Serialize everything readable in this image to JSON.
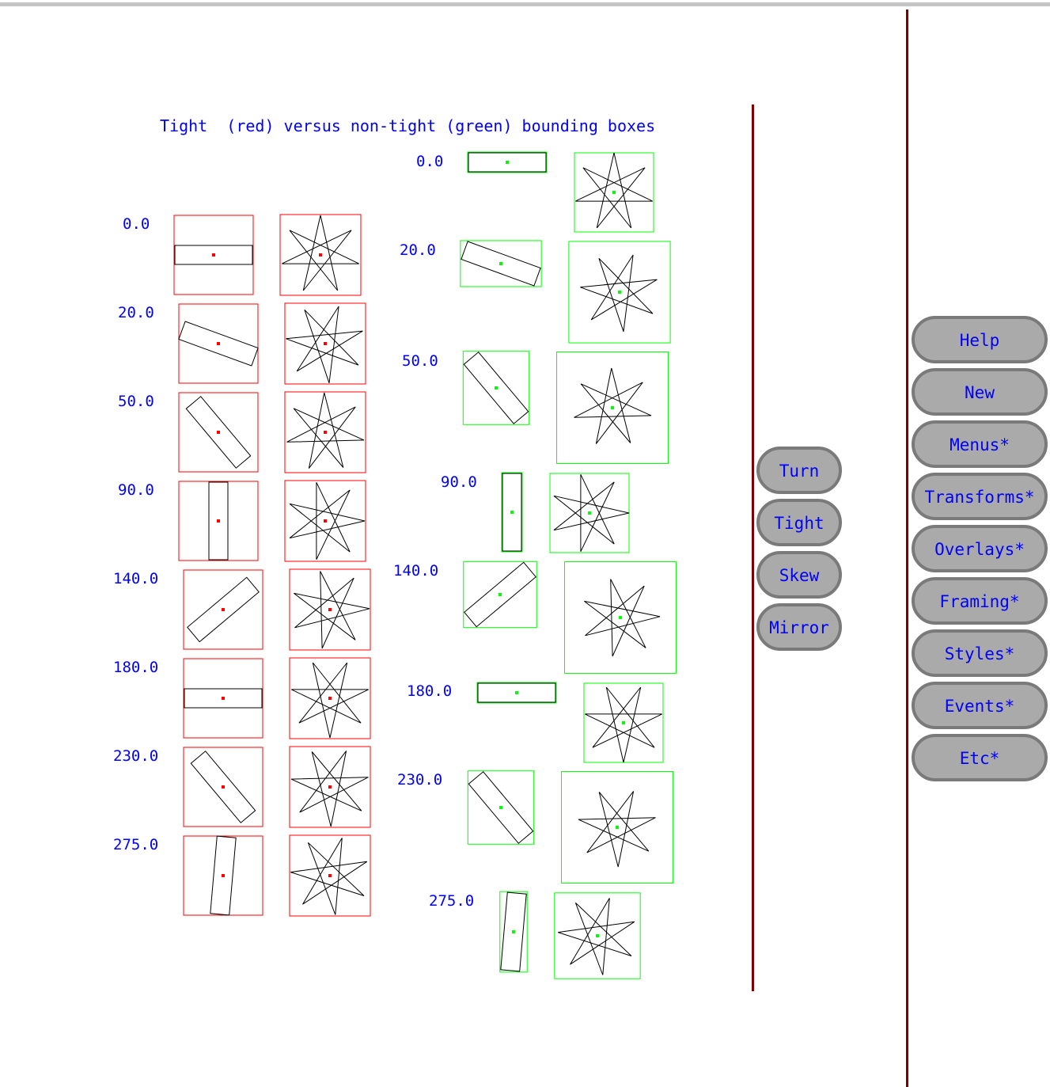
{
  "title": "Tight  (red) versus non-tight (green) bounding boxes",
  "left_labels": [
    "0.0",
    "20.0",
    "50.0",
    "90.0",
    "140.0",
    "180.0",
    "230.0",
    "275.0"
  ],
  "right_labels": [
    "0.0",
    "20.0",
    "50.0",
    "90.0",
    "140.0",
    "180.0",
    "230.0",
    "275.0"
  ],
  "mid_buttons": [
    "Turn",
    "Tight",
    "Skew",
    "Mirror"
  ],
  "side_buttons": [
    "Help",
    "New",
    "Menus*",
    "Transforms*",
    "Overlays*",
    "Framing*",
    "Styles*",
    "Events*",
    "Etc*"
  ],
  "colors": {
    "tight_box": "#ff0000",
    "nontight_box": "#00ff00",
    "text": "#0000ff",
    "divider": "#800000",
    "button_fill": "#aaaaaa",
    "button_border": "#7a7a7a"
  }
}
